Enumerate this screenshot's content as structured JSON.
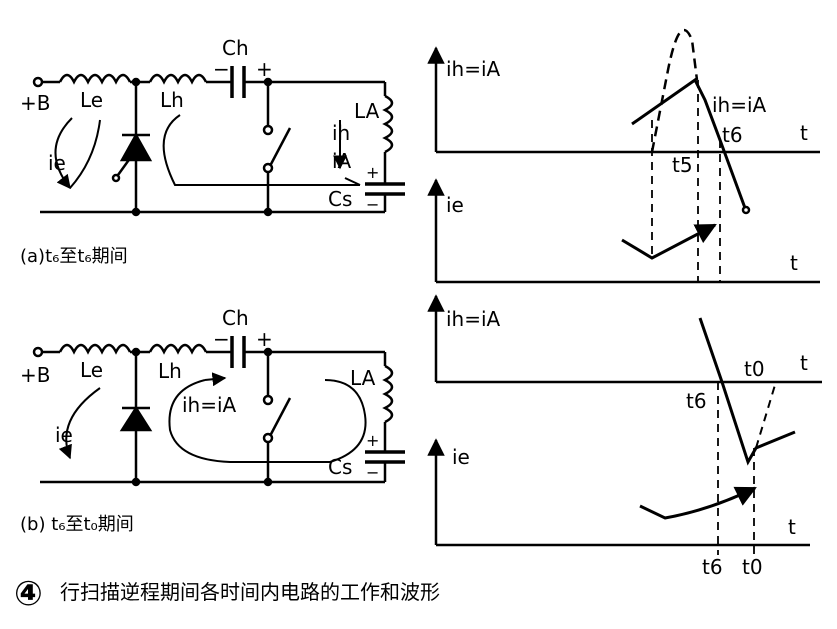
{
  "figure": {
    "number": "④",
    "caption": "行扫描逆程期间各时间内电路的工作和波形"
  },
  "circuit_a": {
    "caption": "(a)t₆至t₆期间",
    "plus_b": "+B",
    "le": "Le",
    "lh": "Lh",
    "ch": "Ch",
    "la": "LA",
    "ie": "ie",
    "ih": "ih",
    "ia": "iA",
    "cs": "Cs",
    "cap_minus": "−",
    "cap_plus": "+",
    "cs_plus": "+",
    "cs_minus": "−"
  },
  "circuit_b": {
    "caption": "(b) t₆至t₀期间",
    "plus_b": "+B",
    "le": "Le",
    "lh": "Lh",
    "ch": "Ch",
    "la": "LA",
    "ie": "ie",
    "ih_ia": "ih=iA",
    "cs": "Cs",
    "cap_minus": "−",
    "cap_plus": "+",
    "cs_plus": "+",
    "cs_minus": "−"
  },
  "waveform_a": {
    "ih_axis": "ih=iA",
    "ie_axis": "ie",
    "t_axis_top": "t",
    "t_axis_bottom": "t",
    "curve_label": "ih=iA",
    "t5": "t5",
    "t6": "t6"
  },
  "waveform_b": {
    "ih_axis": "ih=iA",
    "ie_axis": "ie",
    "t_axis_top": "t",
    "t_axis_bottom": "t",
    "t6": "t6",
    "t0": "t0",
    "t6_bottom": "t6",
    "t0_bottom": "t0"
  }
}
